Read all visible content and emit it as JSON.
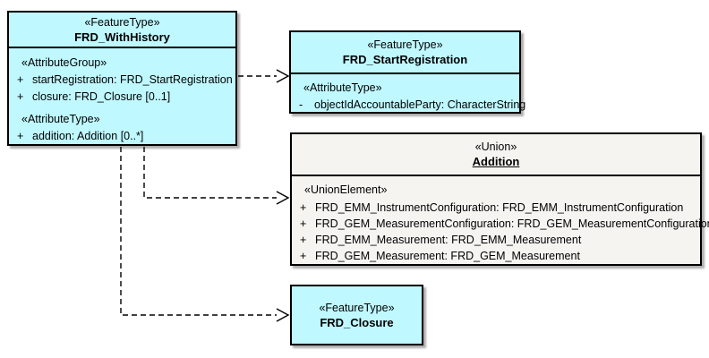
{
  "colors": {
    "feature_fill": "#BFF8FF",
    "union_fill": "#F5F4F1",
    "border": "#000000",
    "connector": "#000000",
    "background": "#FFFFFF"
  },
  "classes": {
    "with_history": {
      "stereotype": "«FeatureType»",
      "name": "FRD_WithHistory",
      "sections": [
        {
          "stereotype": "«AttributeGroup»",
          "members": [
            {
              "vis": "+",
              "text": "startRegistration: FRD_StartRegistration"
            },
            {
              "vis": "+",
              "text": "closure: FRD_Closure [0..1]"
            }
          ]
        },
        {
          "stereotype": "«AttributeType»",
          "members": [
            {
              "vis": "+",
              "text": "addition: Addition [0..*]"
            }
          ]
        }
      ]
    },
    "start_registration": {
      "stereotype": "«FeatureType»",
      "name": "FRD_StartRegistration",
      "sections": [
        {
          "stereotype": "«AttributeType»",
          "members": [
            {
              "vis": "-",
              "text": "objectIdAccountableParty: CharacterString"
            }
          ]
        }
      ]
    },
    "addition": {
      "stereotype": "«Union»",
      "name": "Addition",
      "sections": [
        {
          "stereotype": "«UnionElement»",
          "members": [
            {
              "vis": "+",
              "text": "FRD_EMM_InstrumentConfiguration: FRD_EMM_InstrumentConfiguration"
            },
            {
              "vis": "+",
              "text": "FRD_GEM_MeasurementConfiguration: FRD_GEM_MeasurementConfiguration"
            },
            {
              "vis": "+",
              "text": "FRD_EMM_Measurement: FRD_EMM_Measurement"
            },
            {
              "vis": "+",
              "text": "FRD_GEM_Measurement: FRD_GEM_Measurement"
            }
          ]
        }
      ]
    },
    "closure": {
      "stereotype": "«FeatureType»",
      "name": "FRD_Closure"
    }
  },
  "connectors": [
    {
      "from": "FRD_WithHistory",
      "to": "FRD_StartRegistration",
      "style": "dashed-dependency"
    },
    {
      "from": "FRD_WithHistory",
      "to": "Addition",
      "style": "dashed-dependency"
    },
    {
      "from": "FRD_WithHistory",
      "to": "FRD_Closure",
      "style": "dashed-dependency"
    }
  ]
}
